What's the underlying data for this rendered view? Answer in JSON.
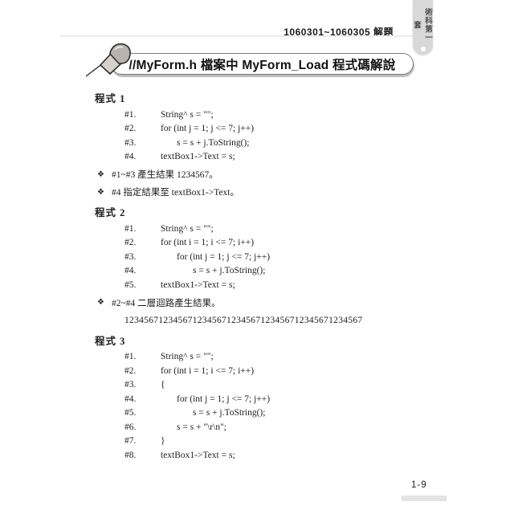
{
  "page": {
    "header_text": "1060301~1060305 解題",
    "side_tab_text": "術科第一套",
    "page_number": "1-9"
  },
  "banner": {
    "title": "//MyForm.h 檔案中 MyForm_Load 程式碼解說",
    "icon": "pushpin-icon"
  },
  "note_bullet": "❖",
  "colors": {
    "tab_bg": "#d8d8d8",
    "tab_text": "#4a4a4a",
    "header_rule": "#ececec",
    "banner_border": "#7d7d7d",
    "banner_shadow": "#bdbdbd",
    "footer_bar": "#e4e4e4",
    "text": "#1c1c1c"
  },
  "sections": [
    {
      "heading": "程式 1",
      "code": [
        {
          "num": "#1.",
          "indent": 0,
          "text": "String^ s = \"\";"
        },
        {
          "num": "#2.",
          "indent": 0,
          "text": "for (int j = 1; j <= 7; j++)"
        },
        {
          "num": "#3.",
          "indent": 1,
          "text": "s = s + j.ToString();"
        },
        {
          "num": "#4.",
          "indent": 0,
          "text": "textBox1->Text = s;"
        }
      ],
      "notes": [
        "#1~#3 產生結果 1234567。",
        "#4 指定結果至 textBox1->Text。"
      ],
      "result": null
    },
    {
      "heading": "程式 2",
      "code": [
        {
          "num": "#1.",
          "indent": 0,
          "text": "String^ s = \"\";"
        },
        {
          "num": "#2.",
          "indent": 0,
          "text": "for (int i = 1; i <= 7; i++)"
        },
        {
          "num": "#3.",
          "indent": 1,
          "text": "for (int j = 1; j <= 7; j++)"
        },
        {
          "num": "#4.",
          "indent": 2,
          "text": "s = s + j.ToString();"
        },
        {
          "num": "#5.",
          "indent": 0,
          "text": "textBox1->Text = s;"
        }
      ],
      "notes": [
        "#2~#4 二層迴路產生結果。"
      ],
      "result": "1234567123456712345671234567123456712345671234567"
    },
    {
      "heading": "程式 3",
      "code": [
        {
          "num": "#1.",
          "indent": 0,
          "text": "String^ s = \"\";"
        },
        {
          "num": "#2.",
          "indent": 0,
          "text": "for (int i = 1; i <= 7; i++)"
        },
        {
          "num": "#3.",
          "indent": 0,
          "text": "{"
        },
        {
          "num": "#4.",
          "indent": 1,
          "text": "for (int j = 1; j <= 7; j++)"
        },
        {
          "num": "#5.",
          "indent": 2,
          "text": "s = s + j.ToString();"
        },
        {
          "num": "#6.",
          "indent": 1,
          "text": "s = s + \"\\r\\n\";"
        },
        {
          "num": "#7.",
          "indent": 0,
          "text": "}"
        },
        {
          "num": "#8.",
          "indent": 0,
          "text": "textBox1->Text = s;"
        }
      ],
      "notes": [],
      "result": null
    }
  ]
}
